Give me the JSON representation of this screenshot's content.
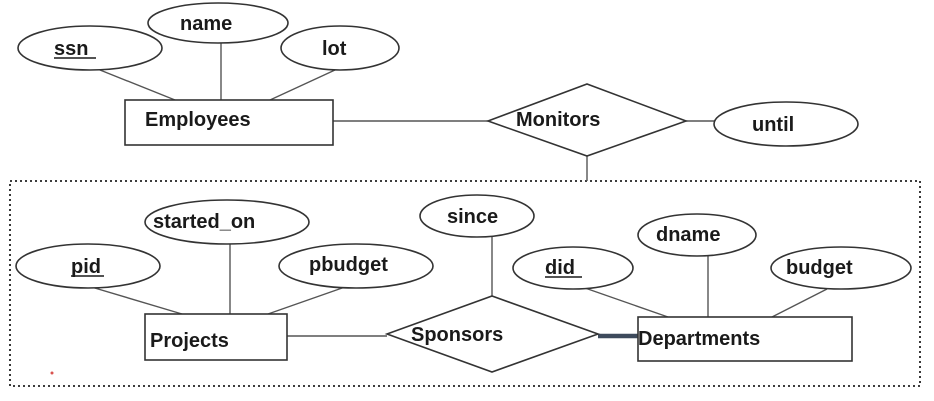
{
  "diagram": {
    "entities": {
      "employees": "Employees",
      "projects": "Projects",
      "departments": "Departments"
    },
    "relationships": {
      "monitors": "Monitors",
      "sponsors": "Sponsors"
    },
    "attributes": {
      "ssn": "ssn",
      "name": "name",
      "lot": "lot",
      "until": "until",
      "started_on": "started_on",
      "pid": "pid",
      "pbudget": "pbudget",
      "since": "since",
      "did": "did",
      "dname": "dname",
      "budget": "budget"
    },
    "key_attributes": [
      "ssn",
      "pid",
      "did"
    ],
    "colors": {
      "stroke": "#333333",
      "text": "#1a1a1a",
      "participation_line": "#3d4a5c"
    }
  }
}
